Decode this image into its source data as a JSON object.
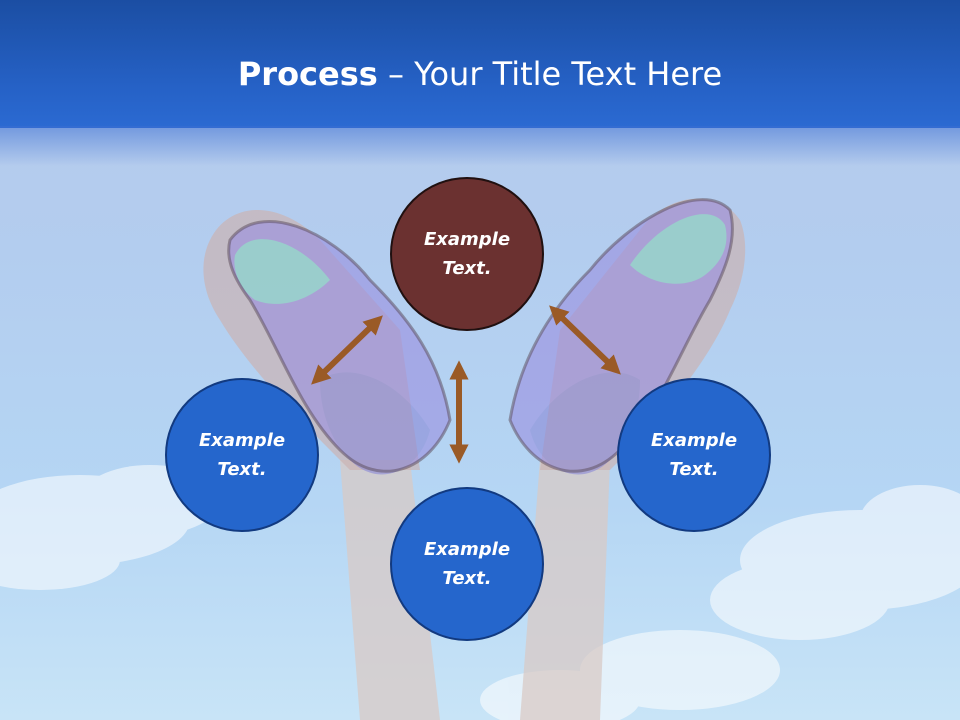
{
  "title": {
    "strong": "Process",
    "rest": " – Your Title Text Here"
  },
  "nodes": {
    "top": "Example\nText.",
    "left": "Example\nText.",
    "right": "Example\nText.",
    "bottom": "Example\nText."
  },
  "colors": {
    "header": "#2662c7",
    "node_blue": "#2566cc",
    "node_center": "#6b3130",
    "arrow": "#9a5a26"
  }
}
